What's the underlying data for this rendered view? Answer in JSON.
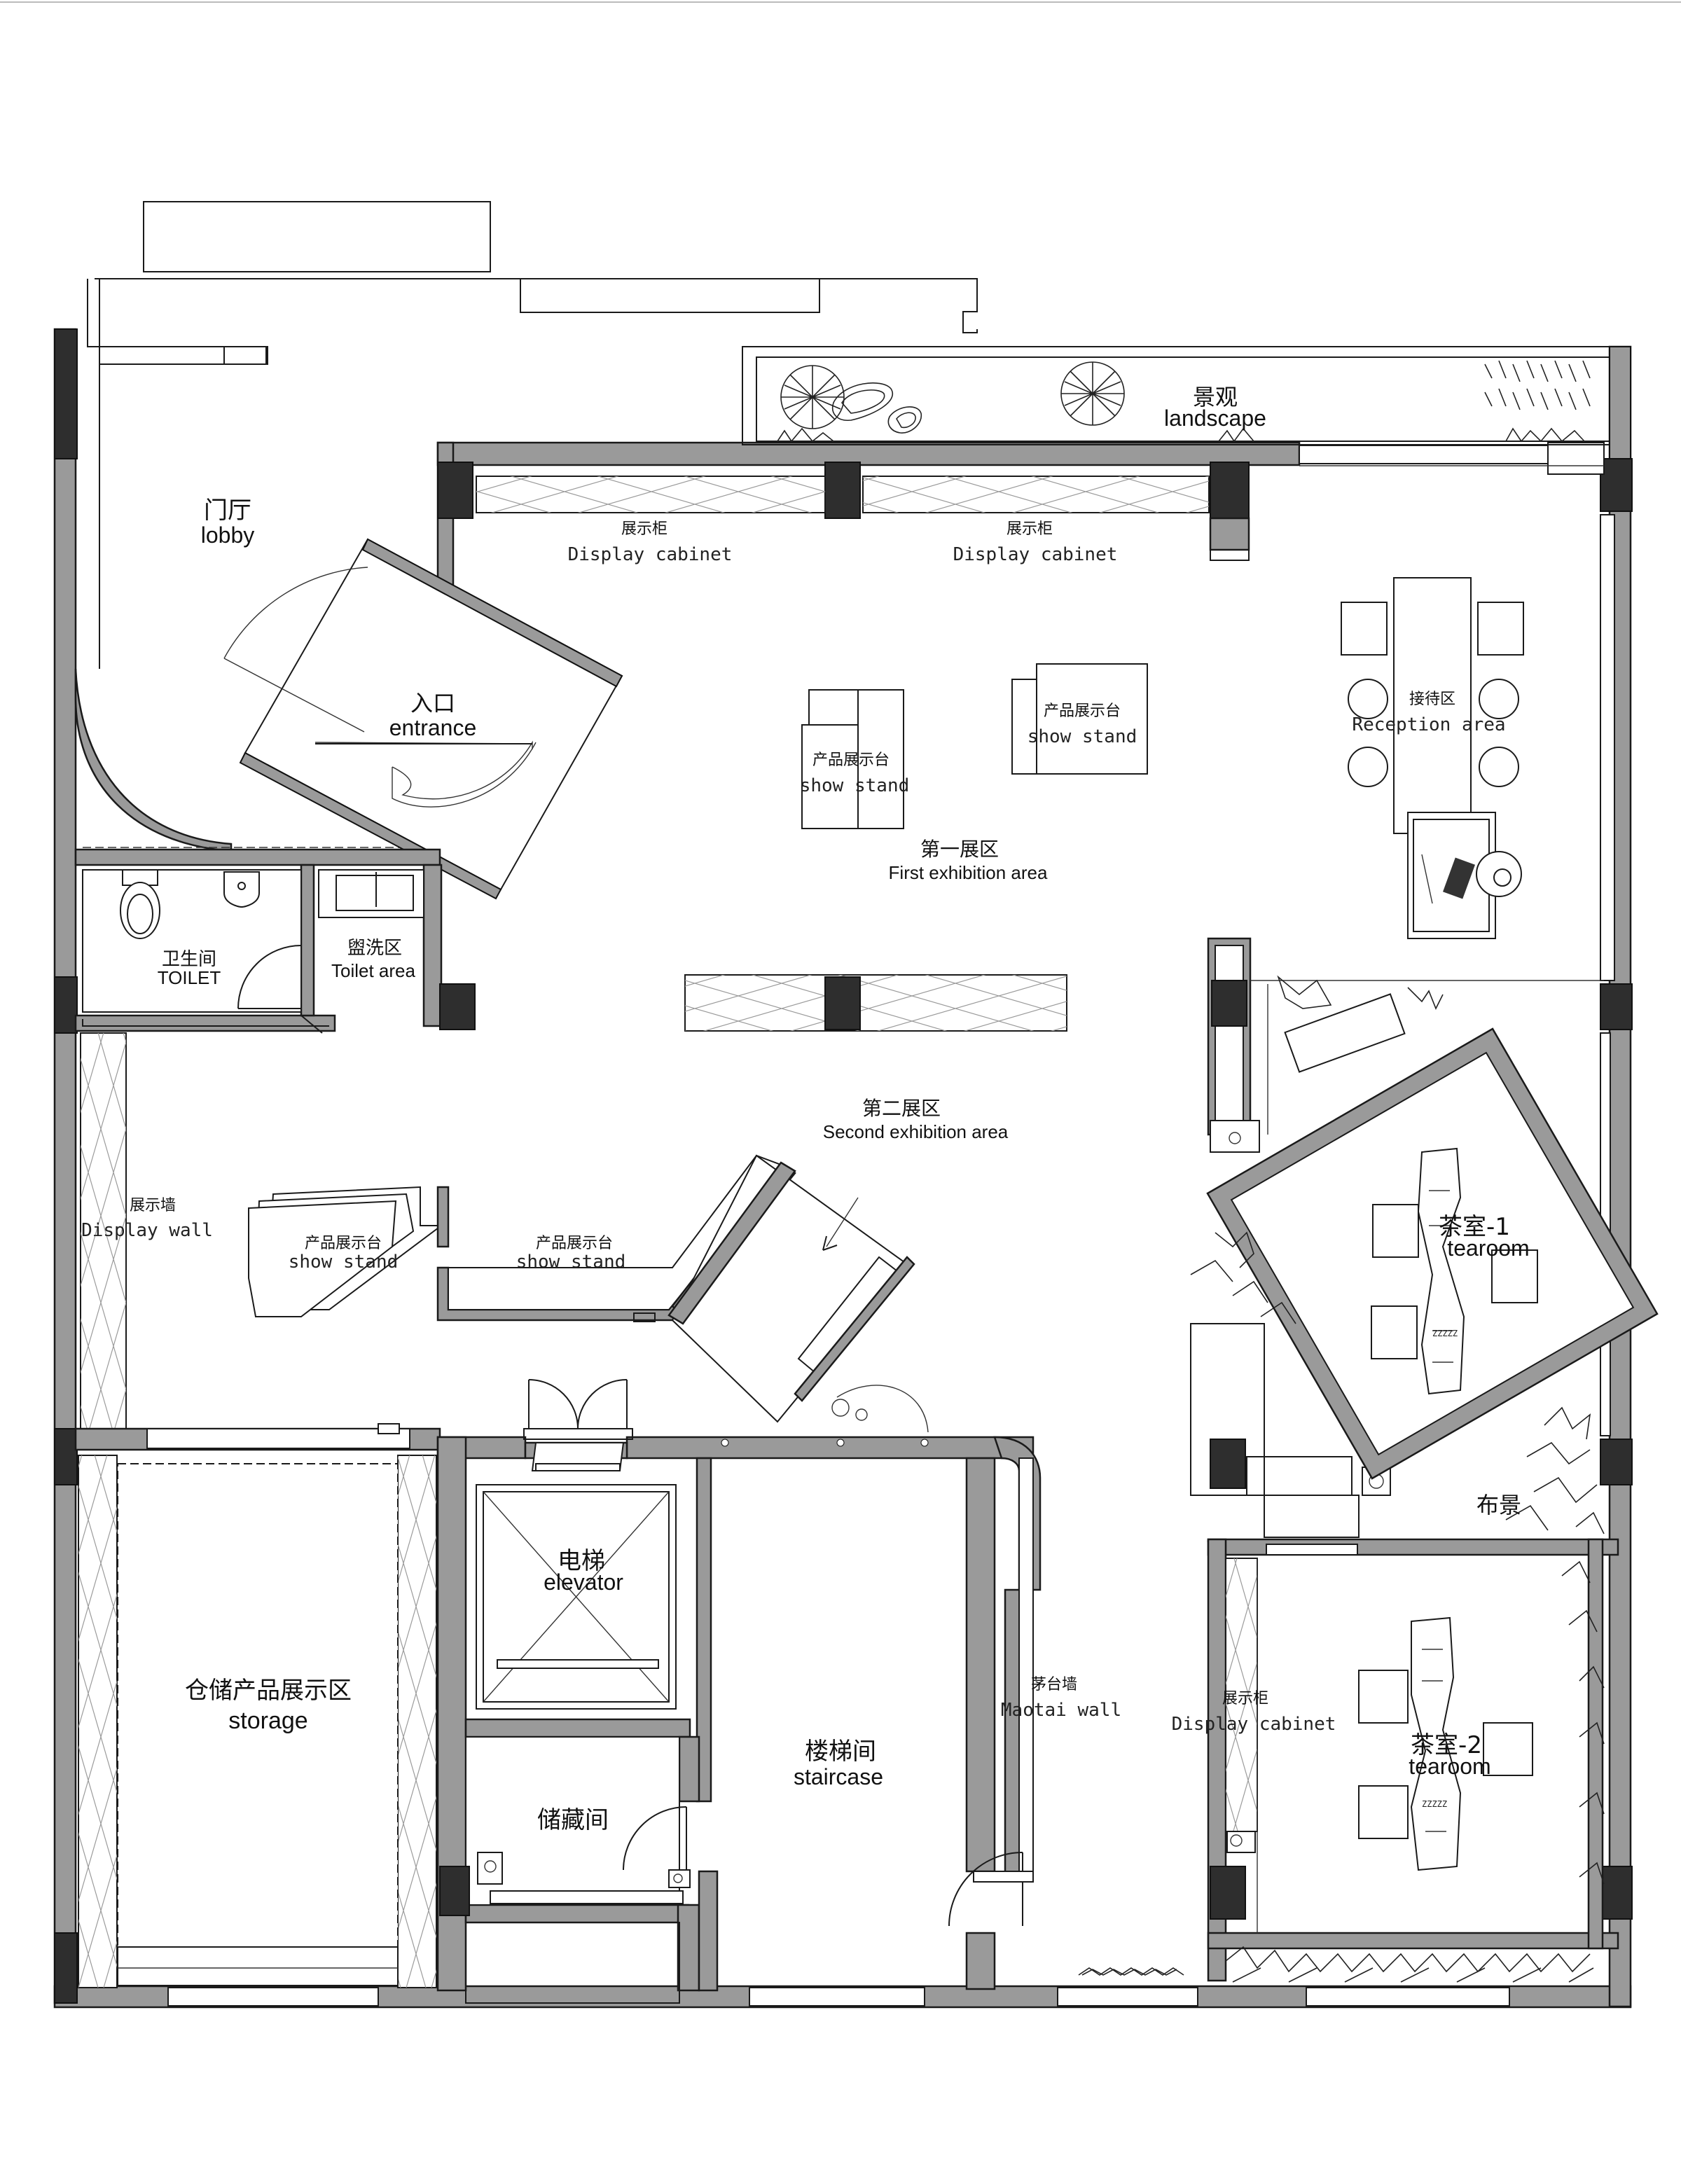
{
  "labels": {
    "lobby_zh": "门厅",
    "lobby_en": "lobby",
    "entrance_zh": "入口",
    "entrance_en": "entrance",
    "landscape_zh": "景观",
    "landscape_en": "landscape",
    "cabinet1_zh": "展示柜",
    "cabinet1_en": "Display cabinet",
    "cabinet2_zh": "展示柜",
    "cabinet2_en": "Display cabinet",
    "stand1_zh": "产品展示台",
    "stand1_en": "show stand",
    "stand2_zh": "产品展示台",
    "stand2_en": "show stand",
    "reception_zh": "接待区",
    "reception_en": "Reception area",
    "first_zh": "第一展区",
    "first_en": "First exhibition area",
    "toilet_zh": "卫生间",
    "toilet_en": "TOILET",
    "wash_zh": "盥洗区",
    "wash_en": "Toilet area",
    "second_zh": "第二展区",
    "second_en": "Second exhibition area",
    "displaywall_zh": "展示墙",
    "displaywall_en": "Display wall",
    "stand3_zh": "产品展示台",
    "stand3_en": "show stand",
    "stand4_zh": "产品展示台",
    "stand4_en": "show stand",
    "tearoom1_zh": "茶室-1",
    "tearoom1_en": "tearoom",
    "bujing_zh": "布景",
    "elevator_zh": "电梯",
    "elevator_en": "elevator",
    "storage_zh": "仓储产品展示区",
    "storage_en": "storage",
    "stair_zh": "楼梯间",
    "stair_en": "staircase",
    "storeroom_zh": "储藏间",
    "maotai_zh": "茅台墙",
    "maotai_en": "Maotai wall",
    "cabinet3_zh": "展示柜",
    "cabinet3_en": "Display cabinet",
    "tearoom2_zh": "茶室-2",
    "tearoom2_en": "tearoom"
  }
}
